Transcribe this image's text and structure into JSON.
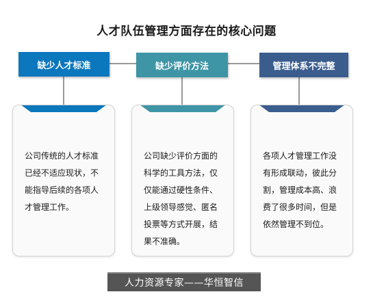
{
  "title": "人才队伍管理方面存在的核心问题",
  "colors": {
    "panel1": "#0b77bd",
    "panel2": "#3d95a6",
    "panel3": "#3b5d8e",
    "connector": "#333333"
  },
  "panels": [
    {
      "header": "缺少人才标准",
      "body": "公司传统的人才标准已经不适应现状，不能指导后续的各项人才管理工作。"
    },
    {
      "header": "缺少评价方法",
      "body": "公司缺少评价方面的科学的工具方法，仅仅能通过硬性条件、上级领导感觉、匿名投票等方式开展，结果不准确。"
    },
    {
      "header": "管理体系不完整",
      "body": "各项人才管理工作没有形成联动，彼此分割，管理成本高、浪费了很多时间，但是依然管理不到位。"
    }
  ],
  "watermark": "人力资源专家——华恒智信"
}
